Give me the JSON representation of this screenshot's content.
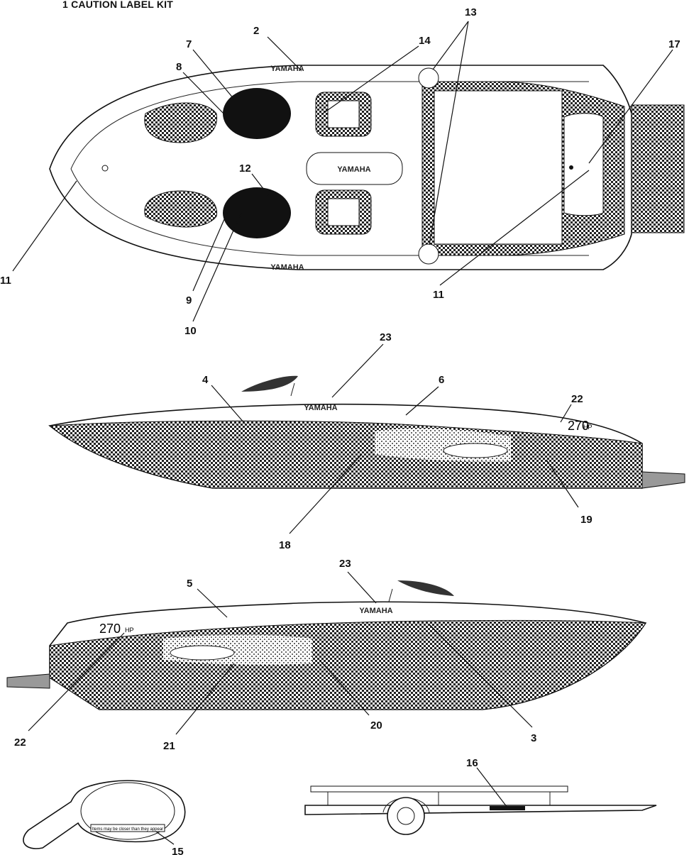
{
  "title": "1 CAUTION LABEL KIT",
  "brand_text": "YAMAHA",
  "hp_badge": "270",
  "hp_unit": "HP",
  "mirror_label_text": "Items may be closer than they appear",
  "callouts": {
    "c2": "2",
    "c7": "7",
    "c8": "8",
    "c14": "14",
    "c13": "13",
    "c17": "17",
    "c12": "12",
    "c11a": "11",
    "c9": "9",
    "c10": "10",
    "c11b": "11",
    "c23a": "23",
    "c4": "4",
    "c6": "6",
    "c22a": "22",
    "c18": "18",
    "c19": "19",
    "c23b": "23",
    "c5": "5",
    "c22b": "22",
    "c21": "21",
    "c20": "20",
    "c3": "3",
    "c16": "16",
    "c15": "15"
  }
}
